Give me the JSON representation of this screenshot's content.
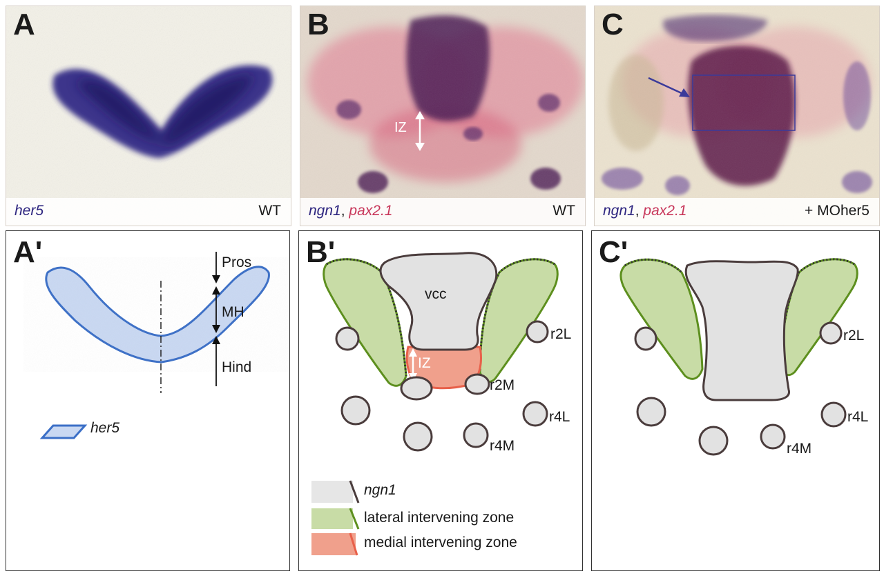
{
  "panels": {
    "A": {
      "letter": "A",
      "gene": "her5",
      "condition": "WT"
    },
    "B": {
      "letter": "B",
      "gene1": "ngn1",
      "sep": ",",
      "gene2": "pax2.1",
      "condition": "WT",
      "iz_label": "IZ"
    },
    "C": {
      "letter": "C",
      "gene1": "ngn1",
      "sep": ",",
      "gene2": "pax2.1",
      "condition": "+ MOher5"
    },
    "A_prime": {
      "letter": "A'",
      "pros": "Pros",
      "mh": "MH",
      "hind": "Hind",
      "legend_her5": "her5"
    },
    "B_prime": {
      "letter": "B'",
      "vcc": "vcc",
      "iz": "IZ",
      "r2L": "r2L",
      "r2M": "r2M",
      "r4L": "r4L",
      "r4M": "r4M",
      "legend": {
        "ngn1": "ngn1",
        "lateral": "lateral intervening zone",
        "medial": "medial intervening zone"
      }
    },
    "C_prime": {
      "letter": "C'",
      "r2L": "r2L",
      "r4L": "r4L",
      "r4M": "r4M"
    }
  },
  "colors": {
    "her5": "#2e2680",
    "ngn1": "#4a1a5c",
    "pax2": "#c8365a",
    "green": "#5d8f1e",
    "blue_band": "#3b6fc7",
    "medial": "#e8604a"
  }
}
